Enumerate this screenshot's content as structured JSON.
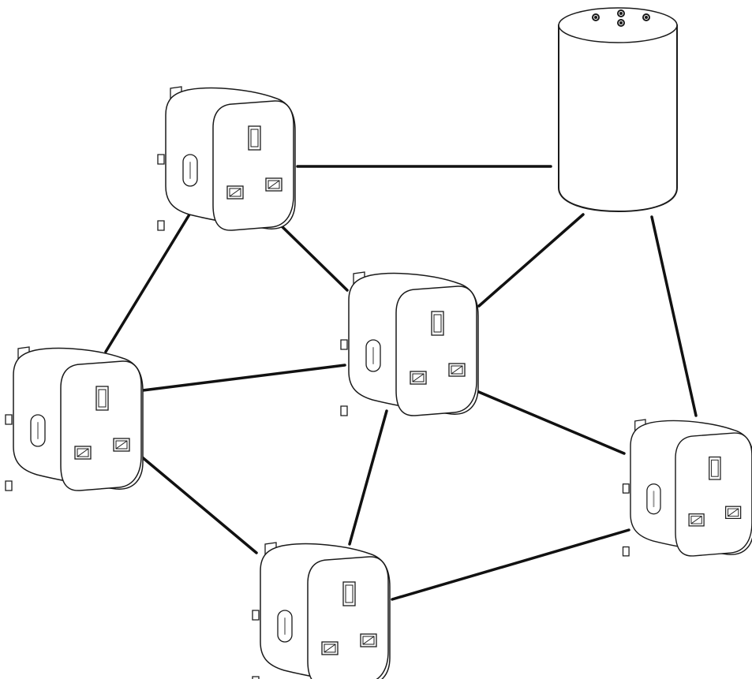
{
  "diagram": {
    "hub": {
      "kind": "smart-speaker",
      "icon": "smart-speaker-icon",
      "buttons": 4
    },
    "nodes": [
      {
        "id": "plug-1",
        "kind": "smart-plug",
        "icon": "smart-plug-icon"
      },
      {
        "id": "plug-2",
        "kind": "smart-plug",
        "icon": "smart-plug-icon"
      },
      {
        "id": "plug-3",
        "kind": "smart-plug",
        "icon": "smart-plug-icon"
      },
      {
        "id": "plug-4",
        "kind": "smart-plug",
        "icon": "smart-plug-icon"
      },
      {
        "id": "plug-5",
        "kind": "smart-plug",
        "icon": "smart-plug-icon"
      },
      {
        "id": "plug-6",
        "kind": "smart-plug",
        "icon": "smart-plug-icon"
      }
    ],
    "connections": [
      [
        "plug-1",
        "hub"
      ],
      [
        "plug-1",
        "plug-3"
      ],
      [
        "plug-1",
        "plug-2"
      ],
      [
        "hub",
        "plug-3"
      ],
      [
        "hub",
        "plug-5"
      ],
      [
        "plug-2",
        "plug-3"
      ],
      [
        "plug-2",
        "plug-4"
      ],
      [
        "plug-3",
        "plug-4"
      ],
      [
        "plug-3",
        "plug-5"
      ],
      [
        "plug-4",
        "plug-5"
      ]
    ],
    "colors": {
      "line": "#111111",
      "device_fill": "#ffffff",
      "device_stroke": "#1a1a1a"
    }
  }
}
